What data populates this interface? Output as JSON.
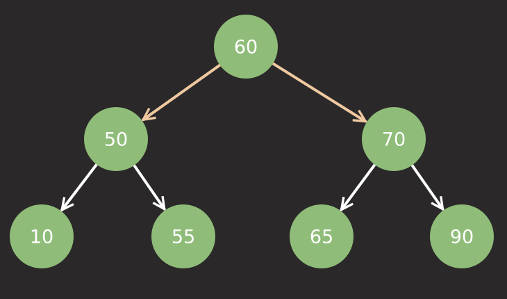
{
  "colors": {
    "background": "#2a2829",
    "node_fill": "#8fbd79",
    "label": "#ffffff",
    "root_edge": "#f0c9a0",
    "child_edge": "#ffffff"
  },
  "tree": {
    "nodes": [
      {
        "id": "n60",
        "label": "60"
      },
      {
        "id": "n50",
        "label": "50"
      },
      {
        "id": "n70",
        "label": "70"
      },
      {
        "id": "n10",
        "label": "10"
      },
      {
        "id": "n55",
        "label": "55"
      },
      {
        "id": "n65",
        "label": "65"
      },
      {
        "id": "n90",
        "label": "90"
      }
    ],
    "edges": [
      {
        "from": "n60",
        "to": "n50",
        "style": "root_edge"
      },
      {
        "from": "n60",
        "to": "n70",
        "style": "root_edge"
      },
      {
        "from": "n50",
        "to": "n10",
        "style": "child_edge"
      },
      {
        "from": "n50",
        "to": "n55",
        "style": "child_edge"
      },
      {
        "from": "n70",
        "to": "n65",
        "style": "child_edge"
      },
      {
        "from": "n70",
        "to": "n90",
        "style": "child_edge"
      }
    ]
  }
}
